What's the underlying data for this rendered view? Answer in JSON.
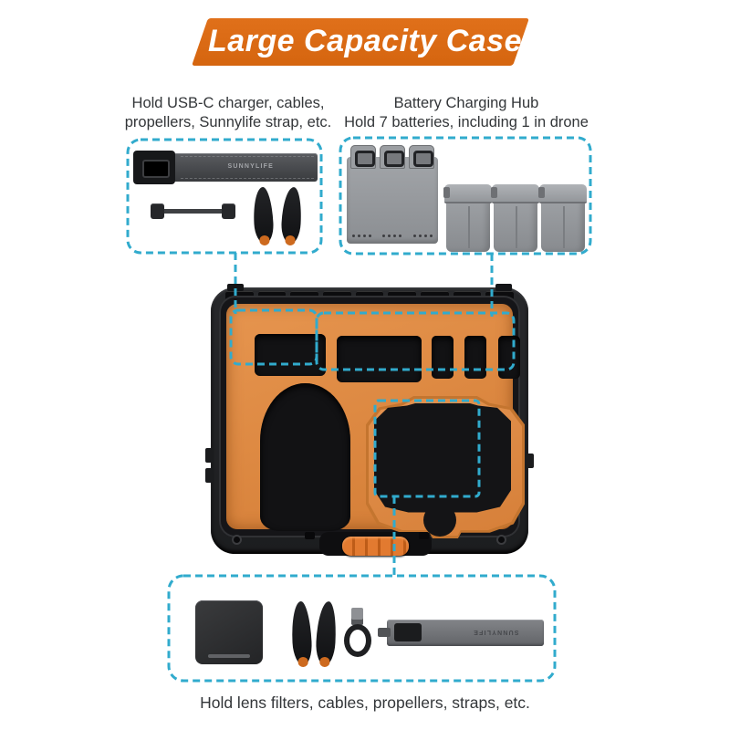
{
  "banner": {
    "title": "Large Capacity Case"
  },
  "callouts": {
    "top_left": {
      "line1": "Hold USB-C charger, cables,",
      "line2": "propellers, Sunnylife strap, etc."
    },
    "top_right": {
      "line1": "Battery Charging Hub",
      "line2": "Hold 7 batteries, including 1 in drone"
    },
    "bottom": {
      "text": "Hold lens filters, cables, propellers, straps, etc."
    }
  },
  "brand": {
    "strap_logo": "SUNNYLIFE"
  },
  "colors": {
    "accent_teal": "#31abcd",
    "banner_orange": "#d96a15",
    "foam_orange": "#de8a43",
    "case_black": "#1e1f21"
  },
  "items": {
    "top_left_box": [
      "shoulder-strap",
      "usb-cable",
      "propeller-pair"
    ],
    "top_right_box": [
      "battery-charging-hub",
      "battery-1",
      "battery-2",
      "battery-3"
    ],
    "case_compartments": [
      "accessory-slot",
      "wide-slot",
      "small-slot-1",
      "small-slot-2",
      "small-slot-3",
      "drone-slot",
      "remote-slot"
    ],
    "bottom_box": [
      "lens-filter-case",
      "propeller-pair",
      "coiled-cable",
      "shoulder-strap"
    ]
  }
}
